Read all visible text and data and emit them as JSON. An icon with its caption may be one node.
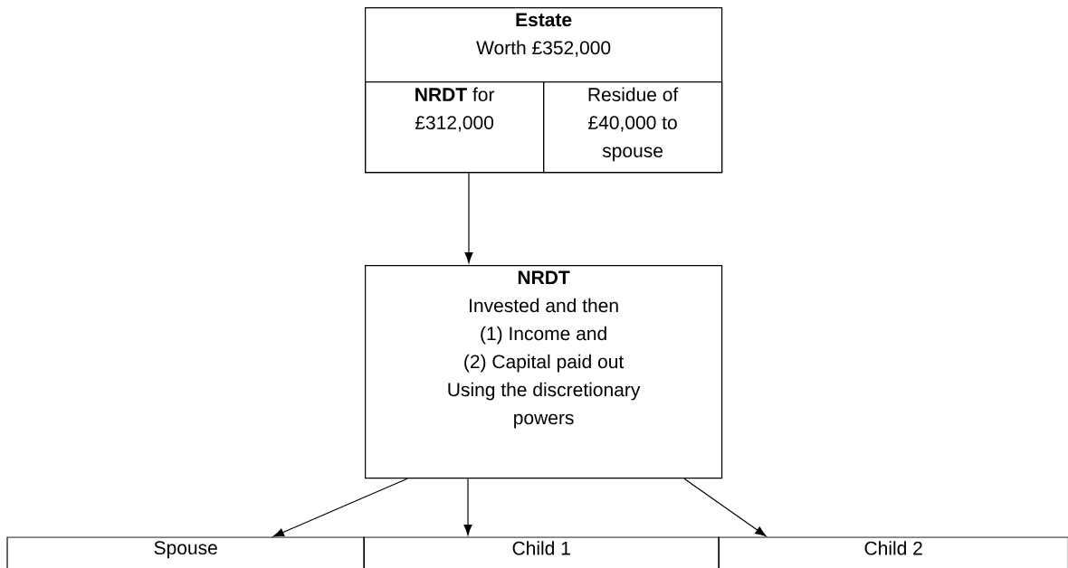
{
  "diagram": {
    "nodes": [
      {
        "text": [
          "Estate",
          "Worth £352,000"
        ]
      },
      {
        "text": [
          "**NRDT** for £312,000"
        ],
        "in": 0
      },
      {
        "text": [
          "Residue of £40,000 to spouse"
        ],
        "in": 0
      },
      {
        "text": [
          "NRDT",
          "Invested and then",
          "(1) Income and",
          "(2) Capital paid out",
          "Using the discretionary powers"
        ]
      },
      {
        "text": [
          "Spouse"
        ]
      },
      {
        "text": [
          "Child 1"
        ]
      },
      {
        "text": [
          "Child 2"
        ]
      }
    ],
    "edges": [
      {
        "from": 1,
        "to": 3,
        "arrow": "to"
      },
      {
        "from": 3,
        "to": 4,
        "arrow": "to"
      },
      {
        "from": 3,
        "to": 5,
        "arrow": "to"
      },
      {
        "from": 3,
        "to": 6,
        "arrow": "to"
      }
    ]
  }
}
